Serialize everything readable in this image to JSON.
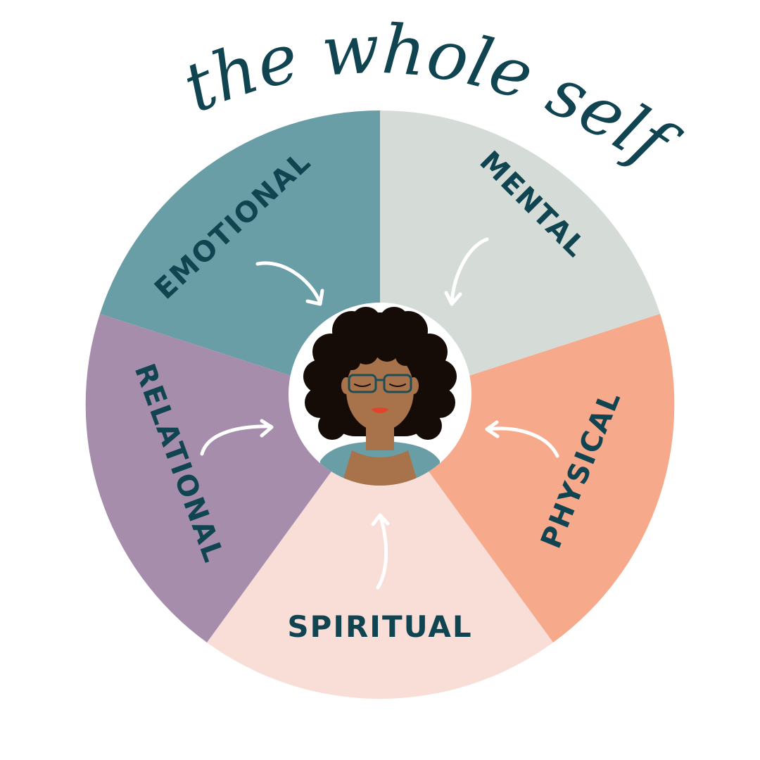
{
  "title": "the whole self",
  "segments": [
    {
      "id": "emotional",
      "label": "EMOTIONAL",
      "color": "#6a9ea6"
    },
    {
      "id": "mental",
      "label": "MENTAL",
      "color": "#d5dcd8"
    },
    {
      "id": "physical",
      "label": "PHYSICAL",
      "color": "#f6a98b"
    },
    {
      "id": "spiritual",
      "label": "SPIRITUAL",
      "color": "#f9ddd7"
    },
    {
      "id": "relational",
      "label": "RELATIONAL",
      "color": "#a78dac"
    }
  ],
  "colors": {
    "text": "#0f4450",
    "center_bg": "#ffffff",
    "skin": "#a8724a",
    "hair": "#150c07",
    "lips": "#e0452b",
    "glasses": "#1f4d56",
    "top": "#6a9ea6"
  },
  "icons": {
    "center": "woman-portrait-icon",
    "arrows": "curved-arrow-icon"
  }
}
